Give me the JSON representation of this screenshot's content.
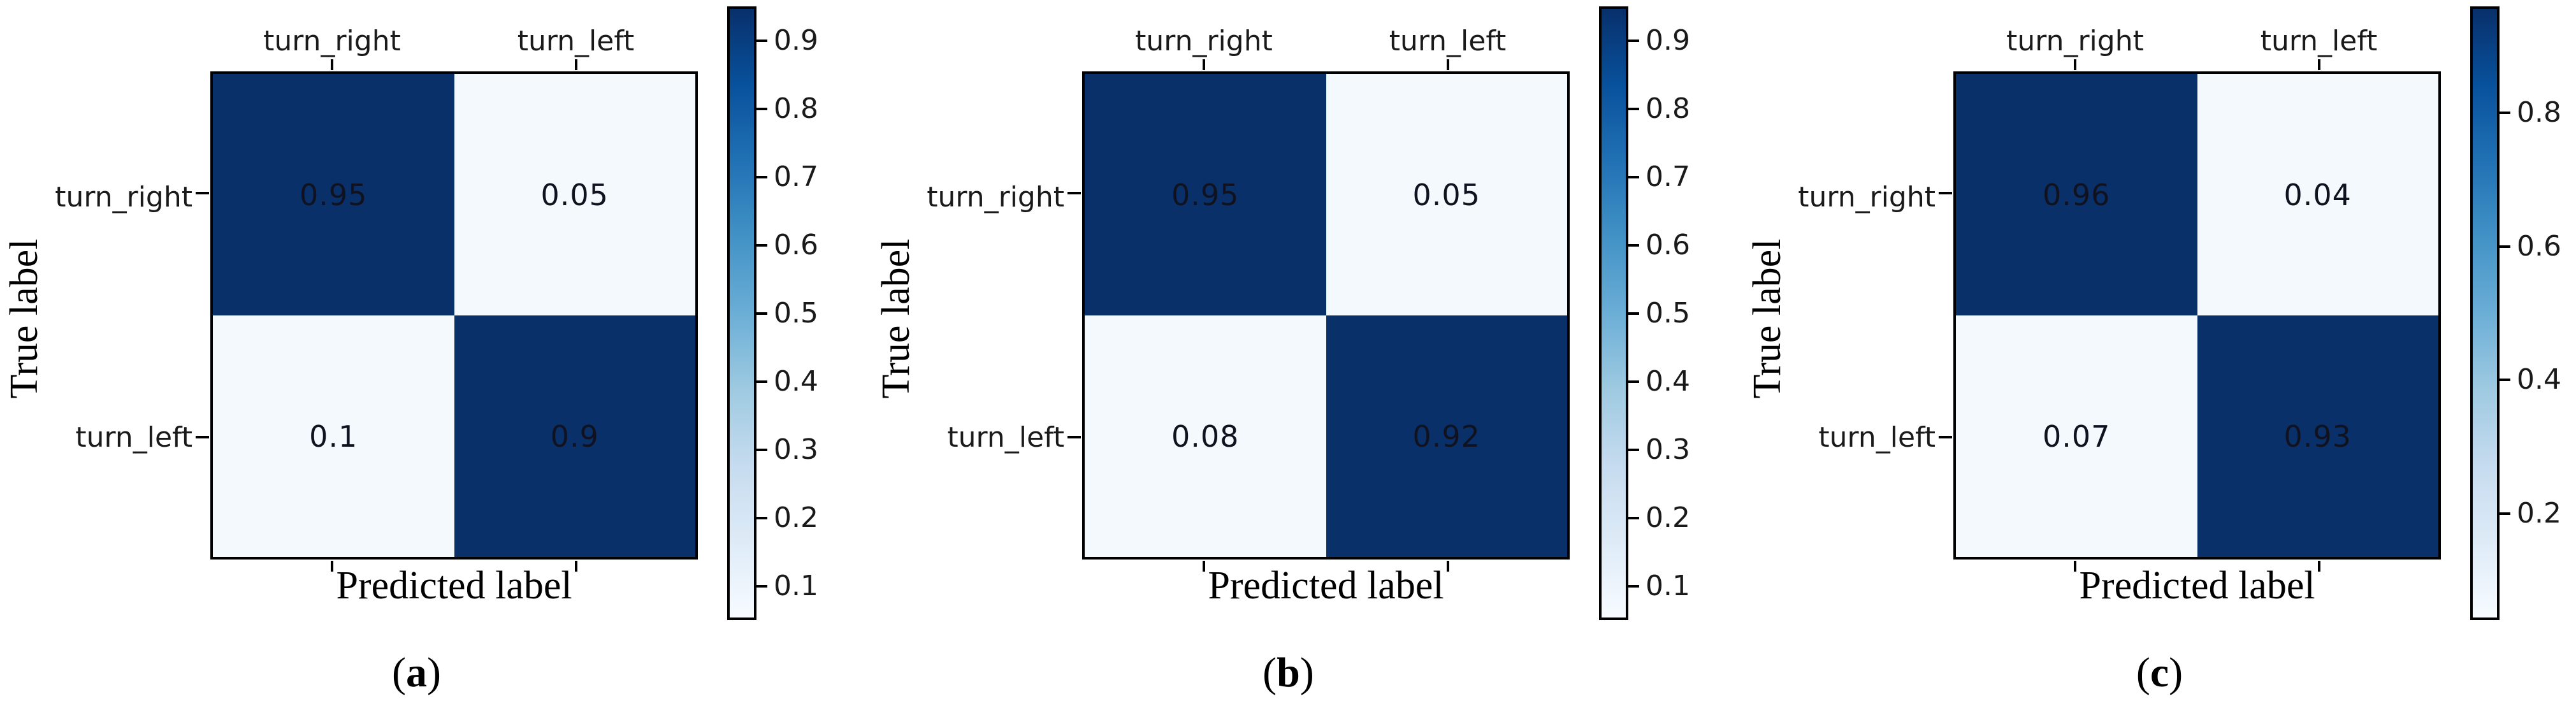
{
  "figure": {
    "background": "#ffffff",
    "palette": {
      "dark_cell": "#0a3069",
      "light_cell": "#f4f9fd",
      "cell_text": "#10131f",
      "colormap": "Blues",
      "colormap_stops": [
        "#f7fbff",
        "#deebf7",
        "#c6dbef",
        "#9ecae1",
        "#6baed6",
        "#4292c6",
        "#2171b5",
        "#08519c",
        "#08306b"
      ]
    }
  },
  "chart_data": [
    {
      "type": "heatmap",
      "caption": {
        "open": "(",
        "letter": "a",
        "close": ")"
      },
      "xlabel": "Predicted label",
      "ylabel": "True label",
      "x_tick_labels": [
        "turn_right",
        "turn_left"
      ],
      "y_tick_labels": [
        "turn_right",
        "turn_left"
      ],
      "cells": [
        [
          0.95,
          0.05
        ],
        [
          0.1,
          0.9
        ]
      ],
      "cell_text": [
        [
          "0.95",
          "0.05"
        ],
        [
          "0.1",
          "0.9"
        ]
      ],
      "colorbar": {
        "vmin": 0.05,
        "vmax": 0.95,
        "ticks": [
          0.9,
          0.8,
          0.7,
          0.6,
          0.5,
          0.4,
          0.3,
          0.2,
          0.1
        ],
        "tick_labels": [
          "0.9",
          "0.8",
          "0.7",
          "0.6",
          "0.5",
          "0.4",
          "0.3",
          "0.2",
          "0.1"
        ],
        "position": "right"
      }
    },
    {
      "type": "heatmap",
      "caption": {
        "open": "(",
        "letter": "b",
        "close": ")"
      },
      "xlabel": "Predicted label",
      "ylabel": "True label",
      "x_tick_labels": [
        "turn_right",
        "turn_left"
      ],
      "y_tick_labels": [
        "turn_right",
        "turn_left"
      ],
      "cells": [
        [
          0.95,
          0.05
        ],
        [
          0.08,
          0.92
        ]
      ],
      "cell_text": [
        [
          "0.95",
          "0.05"
        ],
        [
          "0.08",
          "0.92"
        ]
      ],
      "colorbar": {
        "vmin": 0.05,
        "vmax": 0.95,
        "ticks": [
          0.9,
          0.8,
          0.7,
          0.6,
          0.5,
          0.4,
          0.3,
          0.2,
          0.1
        ],
        "tick_labels": [
          "0.9",
          "0.8",
          "0.7",
          "0.6",
          "0.5",
          "0.4",
          "0.3",
          "0.2",
          "0.1"
        ],
        "position": "right"
      }
    },
    {
      "type": "heatmap",
      "caption": {
        "open": "(",
        "letter": "c",
        "close": ")"
      },
      "xlabel": "Predicted label",
      "ylabel": "True label",
      "x_tick_labels": [
        "turn_right",
        "turn_left"
      ],
      "y_tick_labels": [
        "turn_right",
        "turn_left"
      ],
      "cells": [
        [
          0.96,
          0.04
        ],
        [
          0.07,
          0.93
        ]
      ],
      "cell_text": [
        [
          "0.96",
          "0.04"
        ],
        [
          "0.07",
          "0.93"
        ]
      ],
      "colorbar": {
        "vmin": 0.04,
        "vmax": 0.96,
        "ticks": [
          0.8,
          0.6,
          0.4,
          0.2
        ],
        "tick_labels": [
          "0.8",
          "0.6",
          "0.4",
          "0.2"
        ],
        "position": "right"
      }
    }
  ]
}
